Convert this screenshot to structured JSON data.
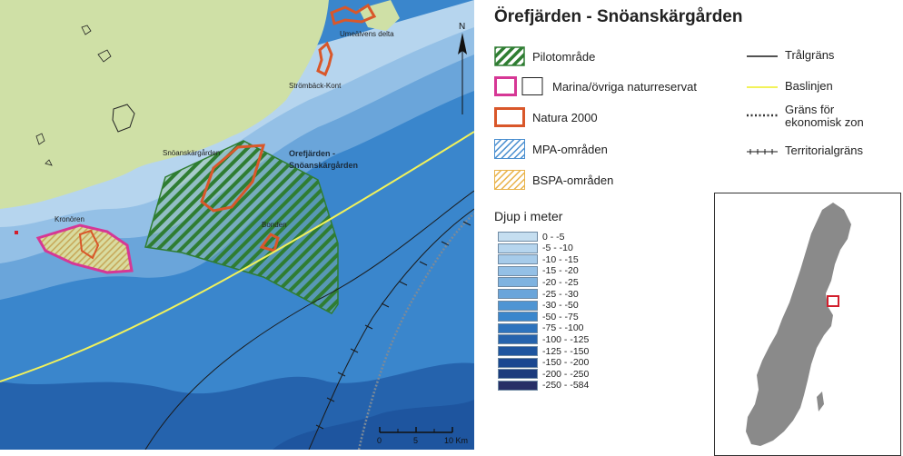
{
  "title": "Örefjärden - Snöanskärgården",
  "map": {
    "labels": {
      "umealven": "Umeälvens delta",
      "stromback": "Strömbäck-Kont",
      "snoanskargarden": "Snöanskärgården",
      "orefjarden_line1": "Orefjärden -",
      "orefjarden_line2": "Snöanskärgården",
      "kronoren": "Kronören",
      "bonden": "Bonden",
      "north": "N"
    },
    "scalebar": {
      "tick0": "0",
      "tick5": "5",
      "tick10": "10 Km"
    }
  },
  "legend": {
    "areas": [
      {
        "label": "Pilotområde"
      },
      {
        "label": "Marina/övriga naturreservat"
      },
      {
        "label": "Natura 2000"
      },
      {
        "label": "MPA-områden"
      },
      {
        "label": "BSPA-områden"
      }
    ],
    "lines": [
      {
        "label": "Trålgräns"
      },
      {
        "label": "Baslinjen"
      },
      {
        "label_line1": "Gräns för",
        "label_line2": "ekonomisk zon"
      },
      {
        "label": "Territorialgräns"
      }
    ]
  },
  "depth": {
    "title": "Djup i meter",
    "classes": [
      {
        "label": "0 - -5",
        "color": "#c5def0"
      },
      {
        "label": "-5 - -10",
        "color": "#b6d5ee"
      },
      {
        "label": "-10 - -15",
        "color": "#a6cbea"
      },
      {
        "label": "-15 - -20",
        "color": "#94c0e6"
      },
      {
        "label": "-20 - -25",
        "color": "#7fb3e0"
      },
      {
        "label": "-25 - -30",
        "color": "#6aa5da"
      },
      {
        "label": "-30 - -50",
        "color": "#4f95d3"
      },
      {
        "label": "-50 - -75",
        "color": "#3a86cc"
      },
      {
        "label": "-75 - -100",
        "color": "#2d73bd"
      },
      {
        "label": "-100 - -125",
        "color": "#2563ad"
      },
      {
        "label": "-125 - -150",
        "color": "#1e559f"
      },
      {
        "label": "-150 - -200",
        "color": "#1a4790"
      },
      {
        "label": "-200 - -250",
        "color": "#1b3b7d"
      },
      {
        "label": "-250 - -584",
        "color": "#272f66"
      }
    ]
  },
  "colors": {
    "land": "#cfe0a6",
    "pilot_green": "#2f7d32",
    "reserve_magenta": "#d63795",
    "natura_orange": "#d9572a",
    "mpa_blue": "#4a8fd0",
    "bspa_yellow": "#e9b34a",
    "baseline_yellow": "#f2f25a",
    "inset_land": "#8a8a8a",
    "inset_marker": "#d21f2d"
  }
}
